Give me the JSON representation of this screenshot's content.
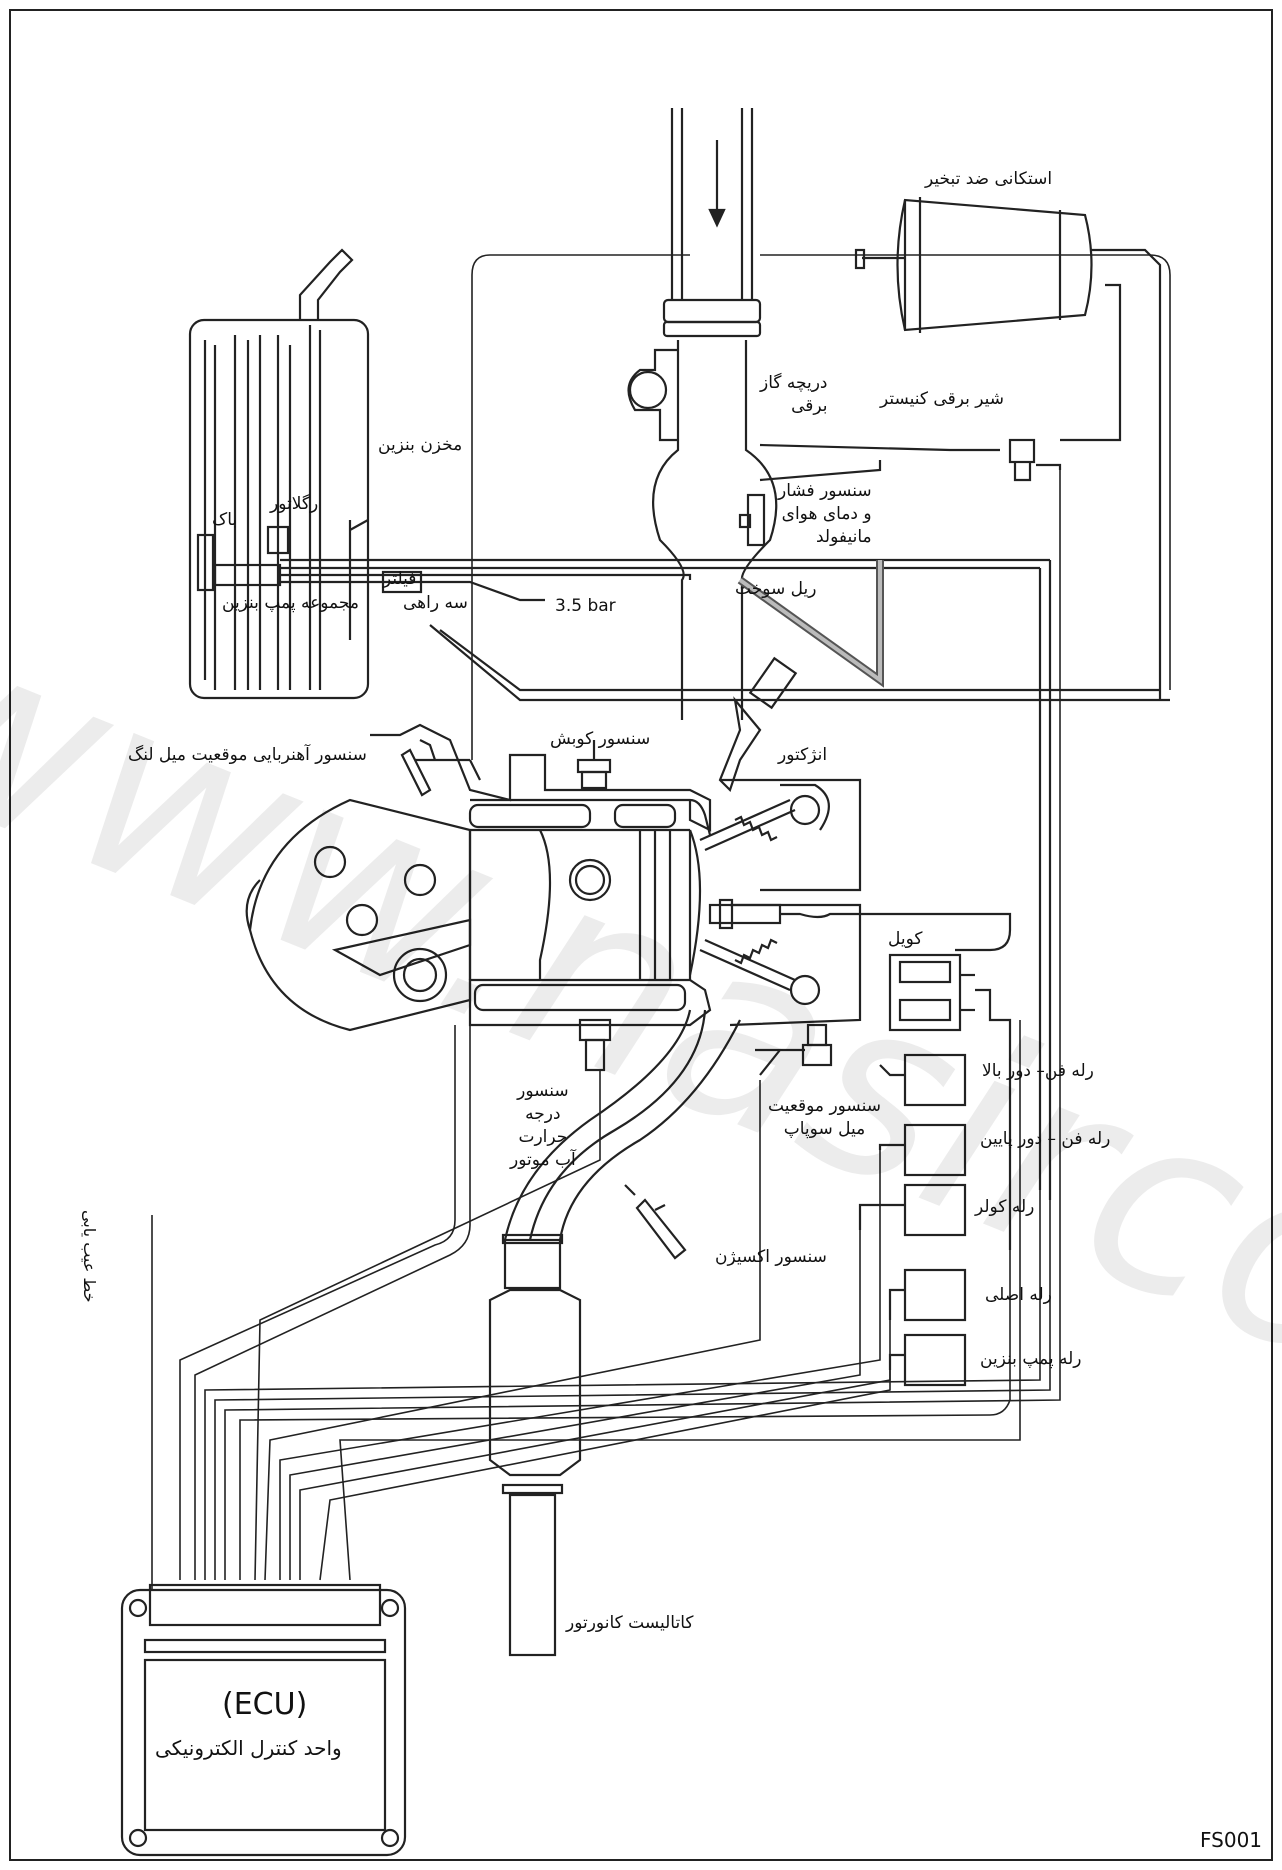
{
  "labels": {
    "canister": "استکانی ضد تبخیر",
    "throttle": "دریچه گاز\nبرقی",
    "canister_valve": "شیر برقی کنیستر",
    "fuel_tank": "مخزن بنزین",
    "regulator": "رگلاتور",
    "tank": "باک",
    "map_sensor": "سنسور فشار\nو دمای هوای\nمانیفولد",
    "fuel_rail": "ریل سوخت",
    "filter": "فیلتر",
    "pump_assembly": "مجموعه پمپ بنزین",
    "three_way": "سه راهی",
    "pressure": "3.5 bar",
    "knock_sensor": "سنسور کوبش",
    "crank_sensor": "سنسور آهنربایی موقعیت میل لنگ",
    "injector": "انژکتور",
    "coil": "کویل",
    "relay_fan_high": "رله فن– دور بالا",
    "cam_sensor": "سنسور موقعیت\nمیل سوپاپ",
    "coolant_sensor": "سنسور\nدرجه\nحرارت\nآب موتور",
    "relay_fan_low": "رله فن – دور پایین",
    "relay_ac": "رله کولر",
    "oxygen_sensor": "سنسور اکسیژن",
    "relay_main": "رله اصلی",
    "relay_pump": "رله پمپ بنزین",
    "diag_line": "خط عیب یابی",
    "ecu_abbr": "(ECU)",
    "ecu_name": "واحد کنترل الکترونیکی",
    "catalyst": "کاتالیست کانورتور",
    "watermark": "www.nasircoelec.ir",
    "code": "FS001"
  }
}
